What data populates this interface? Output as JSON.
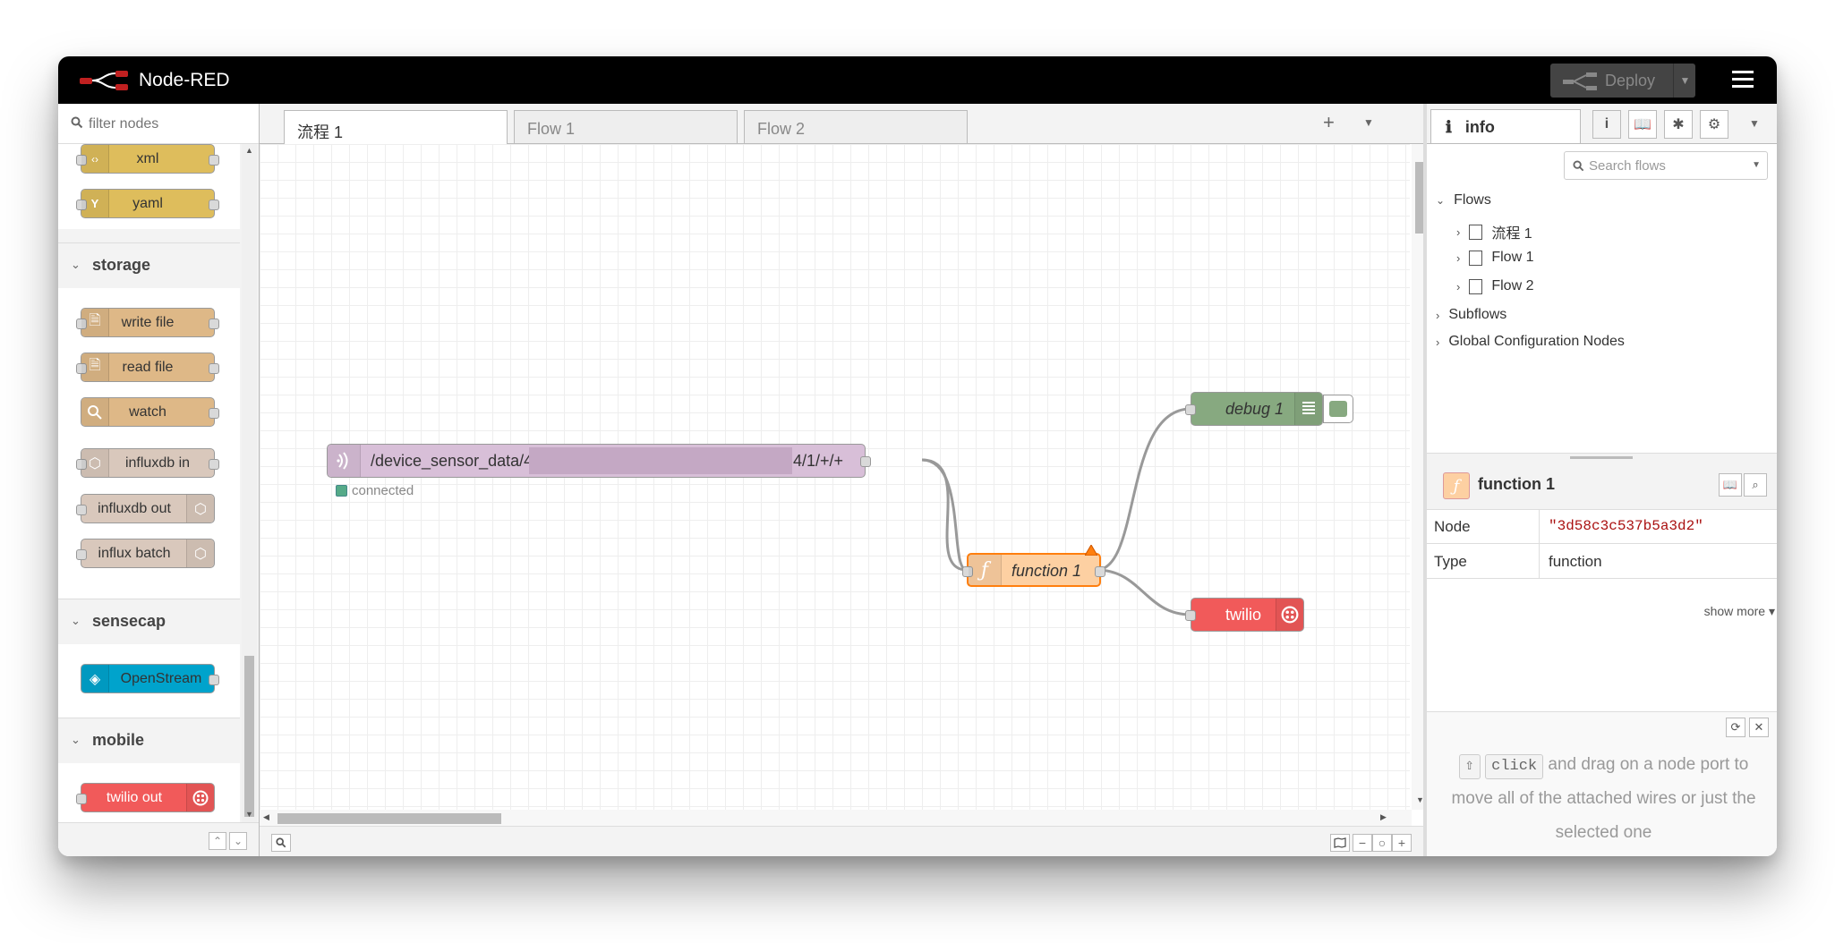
{
  "app": {
    "title": "Node-RED"
  },
  "header": {
    "deploy_label": "Deploy"
  },
  "palette": {
    "filter_placeholder": "filter nodes",
    "nodes_top": [
      {
        "label": "xml",
        "color": "#DEBD5C"
      },
      {
        "label": "yaml",
        "color": "#DEBD5C"
      }
    ],
    "categories": [
      {
        "label": "storage",
        "nodes": [
          "write file",
          "read file",
          "watch",
          "influxdb in",
          "influxdb out",
          "influx batch"
        ]
      },
      {
        "label": "sensecap",
        "nodes": [
          "OpenStream"
        ]
      },
      {
        "label": "mobile",
        "nodes": [
          "twilio out"
        ]
      }
    ]
  },
  "workspace": {
    "tabs": [
      {
        "label": "流程 1",
        "active": true
      },
      {
        "label": "Flow 1",
        "active": false
      },
      {
        "label": "Flow 2",
        "active": false
      }
    ],
    "nodes": {
      "mqtt": {
        "label_start": "/device_sensor_data/4",
        "label_end": "4/1/+/+",
        "status": "connected",
        "color": "#D8BFD8"
      },
      "function": {
        "label": "function 1",
        "color": "#FDD0A2"
      },
      "debug": {
        "label": "debug 1",
        "color": "#87A980"
      },
      "twilio": {
        "label": "twilio",
        "color": "#F15A5A"
      }
    }
  },
  "sidebar": {
    "tab_label": "info",
    "search_placeholder": "Search flows",
    "tree": {
      "flows_label": "Flows",
      "flows": [
        "流程 1",
        "Flow 1",
        "Flow 2"
      ],
      "subflows_label": "Subflows",
      "global_config_label": "Global Configuration Nodes"
    },
    "node_info": {
      "title": "function 1",
      "node_key": "Node",
      "node_value": "\"3d58c3c537b5a3d2\"",
      "type_key": "Type",
      "type_value": "function",
      "show_more": "show more"
    },
    "tip": {
      "key1": "⇧",
      "key2": "click",
      "text": "and drag on a node port to move all of the attached wires or just the selected one"
    }
  }
}
